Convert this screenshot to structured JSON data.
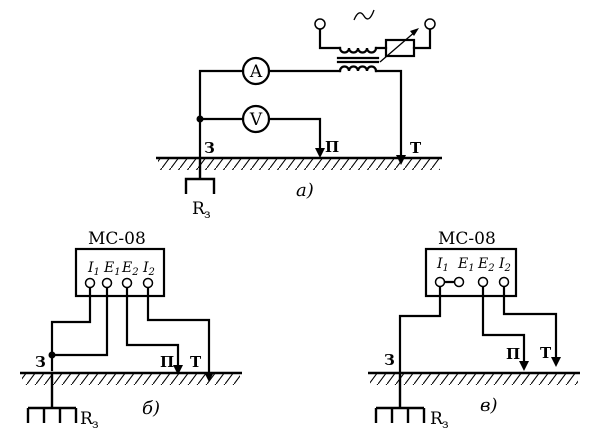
{
  "scheme_a": {
    "ammeter_letter": "A",
    "voltmeter_letter": "V",
    "ground_label": "З",
    "potential_label": "П",
    "current_label": "Т",
    "resistance_label": "R",
    "resistance_sub": "з",
    "caption": "а)"
  },
  "scheme_b": {
    "meter_title": "МС-08",
    "terminals": [
      {
        "letter": "I",
        "sub": "1"
      },
      {
        "letter": "E",
        "sub": "1"
      },
      {
        "letter": "E",
        "sub": "2"
      },
      {
        "letter": "I",
        "sub": "2"
      }
    ],
    "ground_label": "З",
    "potential_label": "П",
    "current_label": "Т",
    "resistance_label": "R",
    "resistance_sub": "з",
    "caption": "б)"
  },
  "scheme_c": {
    "meter_title": "МС-08",
    "terminals": [
      {
        "letter": "I",
        "sub": "1"
      },
      {
        "letter": "E",
        "sub": "1"
      },
      {
        "letter": "E",
        "sub": "2"
      },
      {
        "letter": "I",
        "sub": "2"
      }
    ],
    "ground_label": "З",
    "potential_label": "П",
    "current_label": "Т",
    "resistance_label": "R",
    "resistance_sub": "з",
    "caption": "в)"
  }
}
